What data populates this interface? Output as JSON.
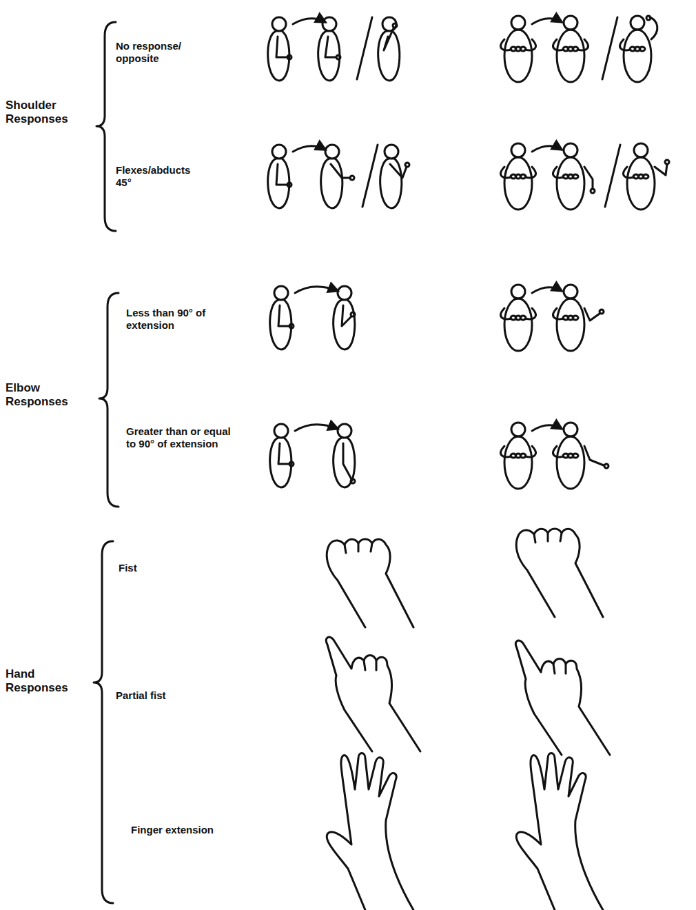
{
  "diagram": {
    "labels": [
      "Shoulder Responses",
      "No response/ opposite",
      "Flexes/abducts 45°",
      "Elbow Responses",
      "Less than 90° of extension",
      "Greater than or equal to 90° of extension",
      "Hand Responses",
      "Fist",
      "Partial fist",
      "Finger extension"
    ]
  }
}
